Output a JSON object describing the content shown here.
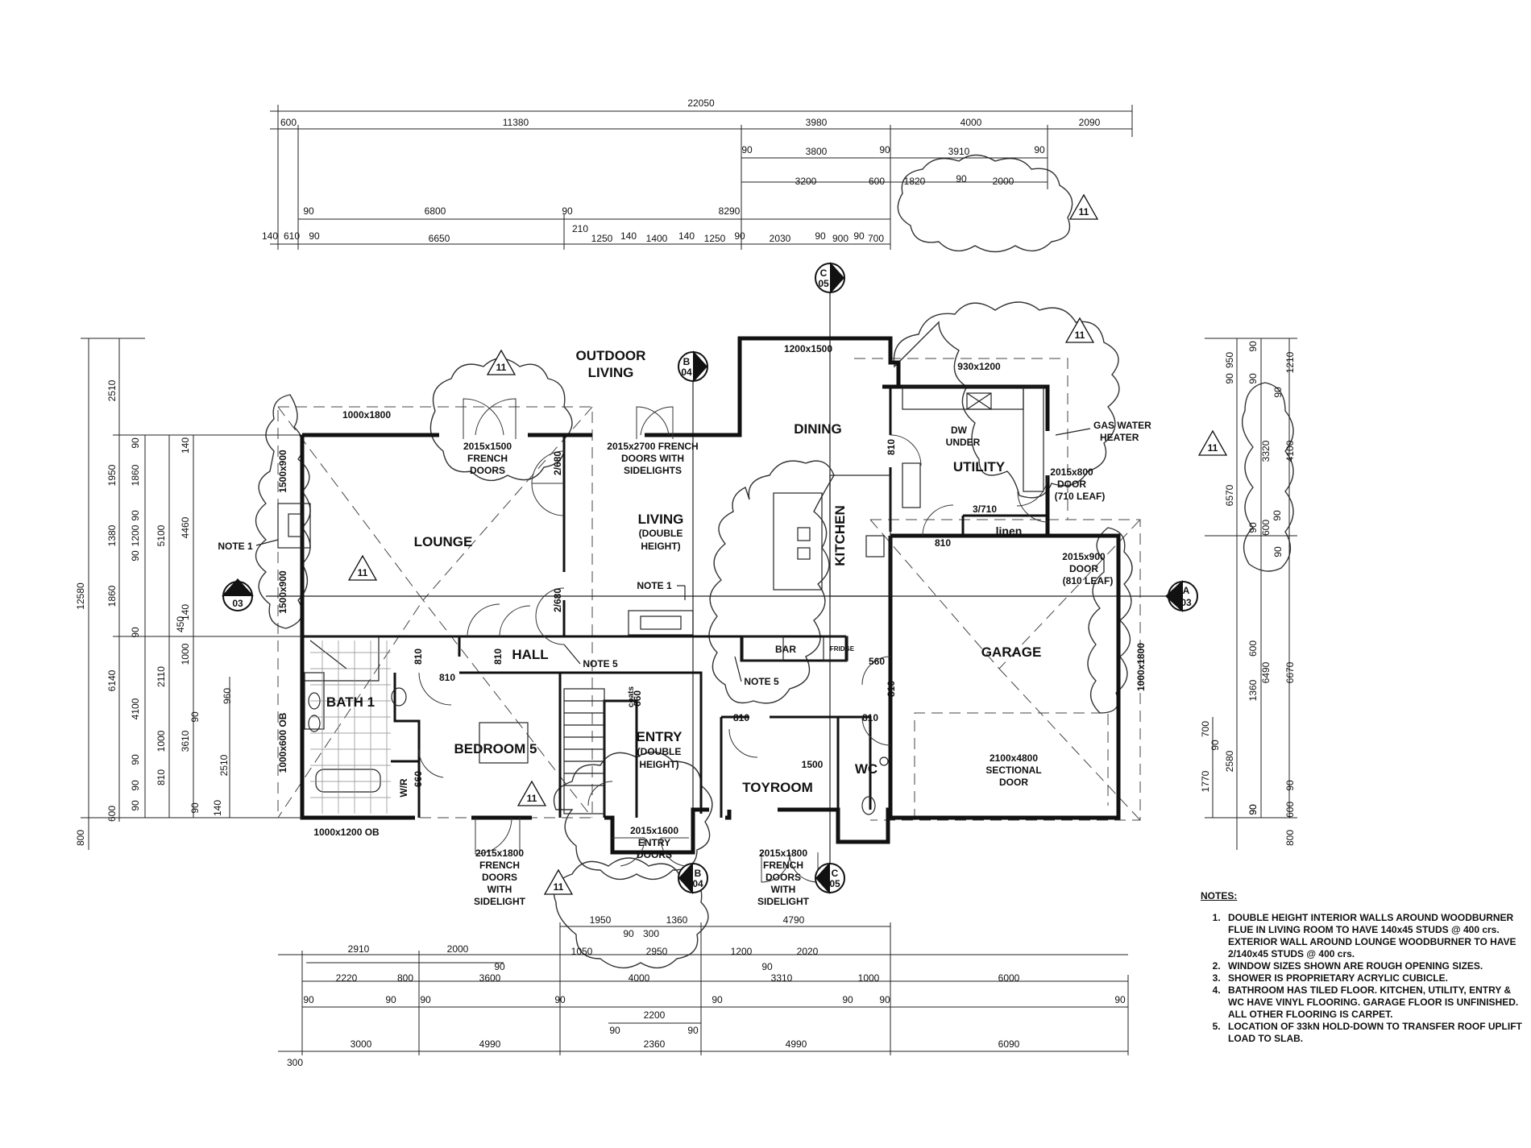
{
  "rooms": {
    "lounge": "LOUNGE",
    "outdoor": [
      "OUTDOOR",
      "LIVING"
    ],
    "dining": "DINING",
    "living": [
      "LIVING",
      "(DOUBLE",
      "HEIGHT)"
    ],
    "kitchen": "KITCHEN",
    "utility": "UTILITY",
    "linen": "linen",
    "garage": "GARAGE",
    "bath": "BATH 1",
    "bedroom": "BEDROOM 5",
    "hall": "HALL",
    "entry": [
      "ENTRY",
      "(DOUBLE",
      "HEIGHT)"
    ],
    "toyroom": "TOYROOM",
    "wc": "WC",
    "bar": "BAR",
    "fridge": "FRIDGE",
    "wr": "W/R",
    "coats": "coats"
  },
  "labels": {
    "lounge_win": "1000x1800",
    "lounge_french": [
      "2015x1500",
      "FRENCH",
      "DOORS"
    ],
    "living_french": [
      "2015x2700 FRENCH",
      "DOORS WITH",
      "SIDELIGHTS"
    ],
    "dining_win": "1200x1500",
    "utility_win": "930x1200",
    "dw": [
      "DW",
      "UNDER"
    ],
    "gas": [
      "GAS WATER",
      "HEATER"
    ],
    "utility_door": [
      "2015x800",
      "DOOR",
      "(710 LEAF)"
    ],
    "garage_door_side": [
      "2015x900",
      "DOOR",
      "(810 LEAF)"
    ],
    "sectional": [
      "2100x4800",
      "SECTIONAL",
      "DOOR"
    ],
    "garage_win": "1000x1800",
    "bed_french": [
      "2015x1800",
      "FRENCH",
      "DOORS",
      "WITH",
      "SIDELIGHT"
    ],
    "entry_doors": [
      "2015x1600",
      "ENTRY",
      "DOORS"
    ],
    "toy_french": [
      "2015x1800",
      "FRENCH",
      "DOORS",
      "WITH",
      "SIDELIGHT"
    ],
    "bath_ob": "1000x600 OB",
    "bath_ob2": "1000x1200 OB",
    "lounge_w1": "1500x900",
    "lounge_w2": "1500x900",
    "door_2680a": "2/680",
    "door_2680b": "2/680",
    "linen_door": "3/710",
    "note1a": "NOTE 1",
    "note1b": "NOTE 1",
    "note5a": "NOTE 5",
    "note5b": "NOTE 5",
    "d810": "810",
    "d660": "660",
    "d560": "560",
    "d1500": "1500",
    "rev": "11",
    "sec_a": "A",
    "sec_a_ref": "03",
    "sec_b": "B",
    "sec_b_ref": "04",
    "sec_c": "C",
    "sec_c_ref": "05"
  },
  "dims_top": {
    "r1": [
      "22050"
    ],
    "r2": [
      "600",
      "11380",
      "3980",
      "4000",
      "2090"
    ],
    "r3": [
      "90",
      "3800",
      "90",
      "3910",
      "90"
    ],
    "r4": [
      "3200",
      "600",
      "1820",
      "90",
      "2000"
    ],
    "r5": [
      "90",
      "6800",
      "90",
      "8290"
    ],
    "r6": [
      "140",
      "610",
      "90",
      "6650",
      "210",
      "1250",
      "140",
      "1400",
      "140",
      "1250",
      "90",
      "2030",
      "90",
      "900",
      "90",
      "700"
    ]
  },
  "dims_bottom": {
    "r1": [
      "1950",
      "1360",
      "4790"
    ],
    "r1b": [
      "90",
      "300"
    ],
    "r2": [
      "2910",
      "2000",
      "1050",
      "2950",
      "1200",
      "2020"
    ],
    "r2b": [
      "90",
      "90"
    ],
    "r3": [
      "2220",
      "800",
      "3600",
      "4000",
      "3310",
      "1000",
      "6000"
    ],
    "r3b": [
      "90",
      "90",
      "90",
      "90",
      "90",
      "90",
      "90",
      "90"
    ],
    "r4": [
      "2200"
    ],
    "r4b": [
      "90",
      "90"
    ],
    "r5": [
      "3000",
      "4990",
      "2360",
      "4990",
      "6090"
    ],
    "r5b": [
      "300"
    ]
  },
  "dims_left": {
    "c1": [
      "12580",
      "800"
    ],
    "c2": [
      "2510",
      "1950",
      "1380",
      "1860",
      "6140",
      "600"
    ],
    "c3": [
      "90",
      "1860",
      "90",
      "1200",
      "90",
      "90",
      "4100",
      "90",
      "1000",
      "90",
      "810",
      "90"
    ],
    "c4": [
      "5100",
      "450",
      "2110",
      "3610"
    ],
    "c5": [
      "140",
      "4460",
      "140",
      "1000",
      "90",
      "2510",
      "140"
    ],
    "c6": [
      "960",
      "90"
    ]
  },
  "dims_right": {
    "c1": [
      "950",
      "90",
      "90",
      "6570",
      "600",
      "1360",
      "700",
      "1770",
      "90",
      "800"
    ],
    "c2": [
      "90",
      "1210",
      "90",
      "3320",
      "90",
      "600",
      "90",
      "90",
      "6490",
      "2580",
      "90"
    ],
    "c3": [
      "4100",
      "6670",
      "90",
      "90",
      "600"
    ]
  },
  "notes": {
    "title": "NOTES:",
    "items": [
      "DOUBLE HEIGHT INTERIOR WALLS AROUND WOODBURNER FLUE IN LIVING ROOM TO HAVE 140x45 STUDS @ 400 crs. EXTERIOR WALL AROUND LOUNGE WOODBURNER TO HAVE 2/140x45 STUDS @ 400 crs.",
      "WINDOW SIZES SHOWN ARE ROUGH OPENING SIZES.",
      "SHOWER IS PROPRIETARY ACRYLIC CUBICLE.",
      "BATHROOM HAS TILED FLOOR. KITCHEN, UTILITY, ENTRY & WC HAVE VINYL FLOORING. GARAGE FLOOR IS UNFINISHED. ALL OTHER FLOORING IS CARPET.",
      "LOCATION OF 33kN HOLD-DOWN TO TRANSFER ROOF UPLIFT LOAD TO SLAB."
    ]
  }
}
